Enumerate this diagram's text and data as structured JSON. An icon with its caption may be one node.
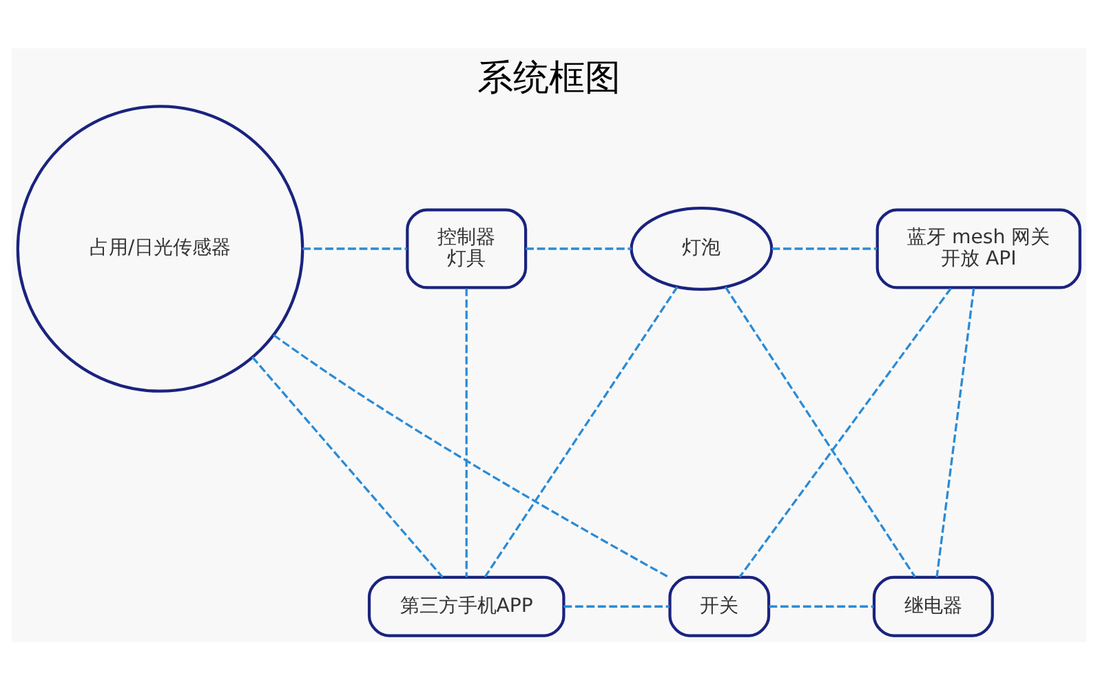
{
  "diagram": {
    "title": "系统框图",
    "nodes": [
      {
        "text": [
          "占用/日光传感器"
        ]
      },
      {
        "text": [
          "控制器",
          "灯具"
        ]
      },
      {
        "text": [
          "灯泡"
        ]
      },
      {
        "text": [
          "蓝牙 mesh 网关",
          "开放 API"
        ]
      },
      {
        "text": [
          "第三方手机APP"
        ]
      },
      {
        "text": [
          "开关"
        ]
      },
      {
        "text": [
          "继电器"
        ]
      }
    ],
    "edges": [
      {
        "from": 0,
        "to": 1,
        "arrow": "none",
        "style": "dashed"
      },
      {
        "from": 1,
        "to": 2,
        "arrow": "none",
        "style": "dashed"
      },
      {
        "from": 2,
        "to": 3,
        "arrow": "none",
        "style": "dashed"
      },
      {
        "from": 0,
        "to": 4,
        "arrow": "none",
        "style": "dashed"
      },
      {
        "from": 0,
        "to": 5,
        "arrow": "none",
        "style": "dashed"
      },
      {
        "from": 1,
        "to": 4,
        "arrow": "none",
        "style": "dashed"
      },
      {
        "from": 2,
        "to": 4,
        "arrow": "none",
        "style": "dashed"
      },
      {
        "from": 3,
        "to": 5,
        "arrow": "none",
        "style": "dashed"
      },
      {
        "from": 2,
        "to": 6,
        "arrow": "none",
        "style": "dashed"
      },
      {
        "from": 3,
        "to": 6,
        "arrow": "none",
        "style": "dashed"
      },
      {
        "from": 4,
        "to": 5,
        "arrow": "none",
        "style": "dashed"
      },
      {
        "from": 5,
        "to": 6,
        "arrow": "none",
        "style": "dashed"
      }
    ]
  }
}
